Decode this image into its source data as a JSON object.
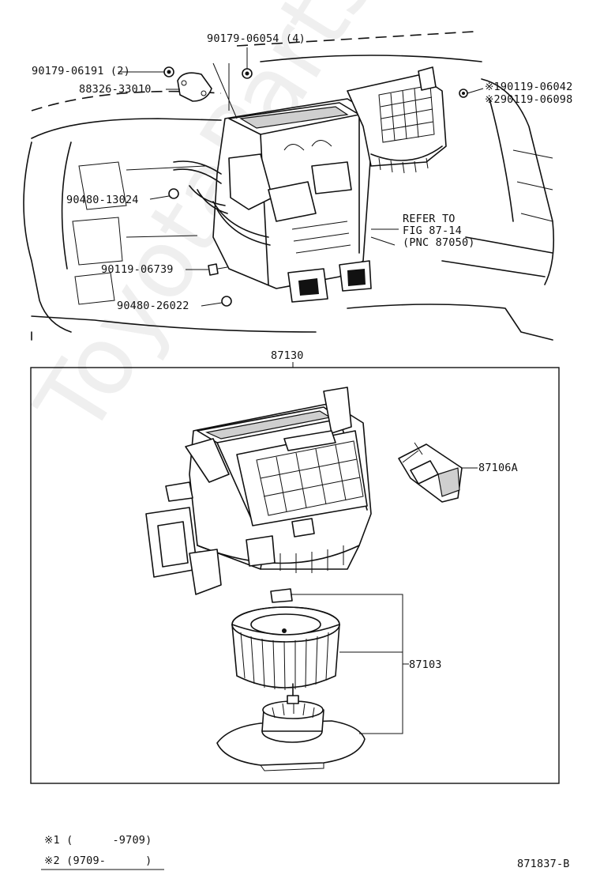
{
  "callouts": {
    "p1": "90179-06054 (4)",
    "p2": "90179-06191 (2)",
    "p3": "88326-33010",
    "p4": "※190119-06042",
    "p5": "※290119-06098",
    "p6": "90480-13024",
    "p7": "REFER TO",
    "p8": "FIG 87-14",
    "p9": "(PNC 87050)",
    "p10": "90119-06739",
    "p11": "90480-26022",
    "p12": "87130",
    "p13": "87106A",
    "p14": "87103"
  },
  "legend": {
    "line1": "※1 (      -9709)",
    "line2": "※2 (9709-      )"
  },
  "figure_id": "871837-B",
  "watermark": "ToyotaParts.eu"
}
